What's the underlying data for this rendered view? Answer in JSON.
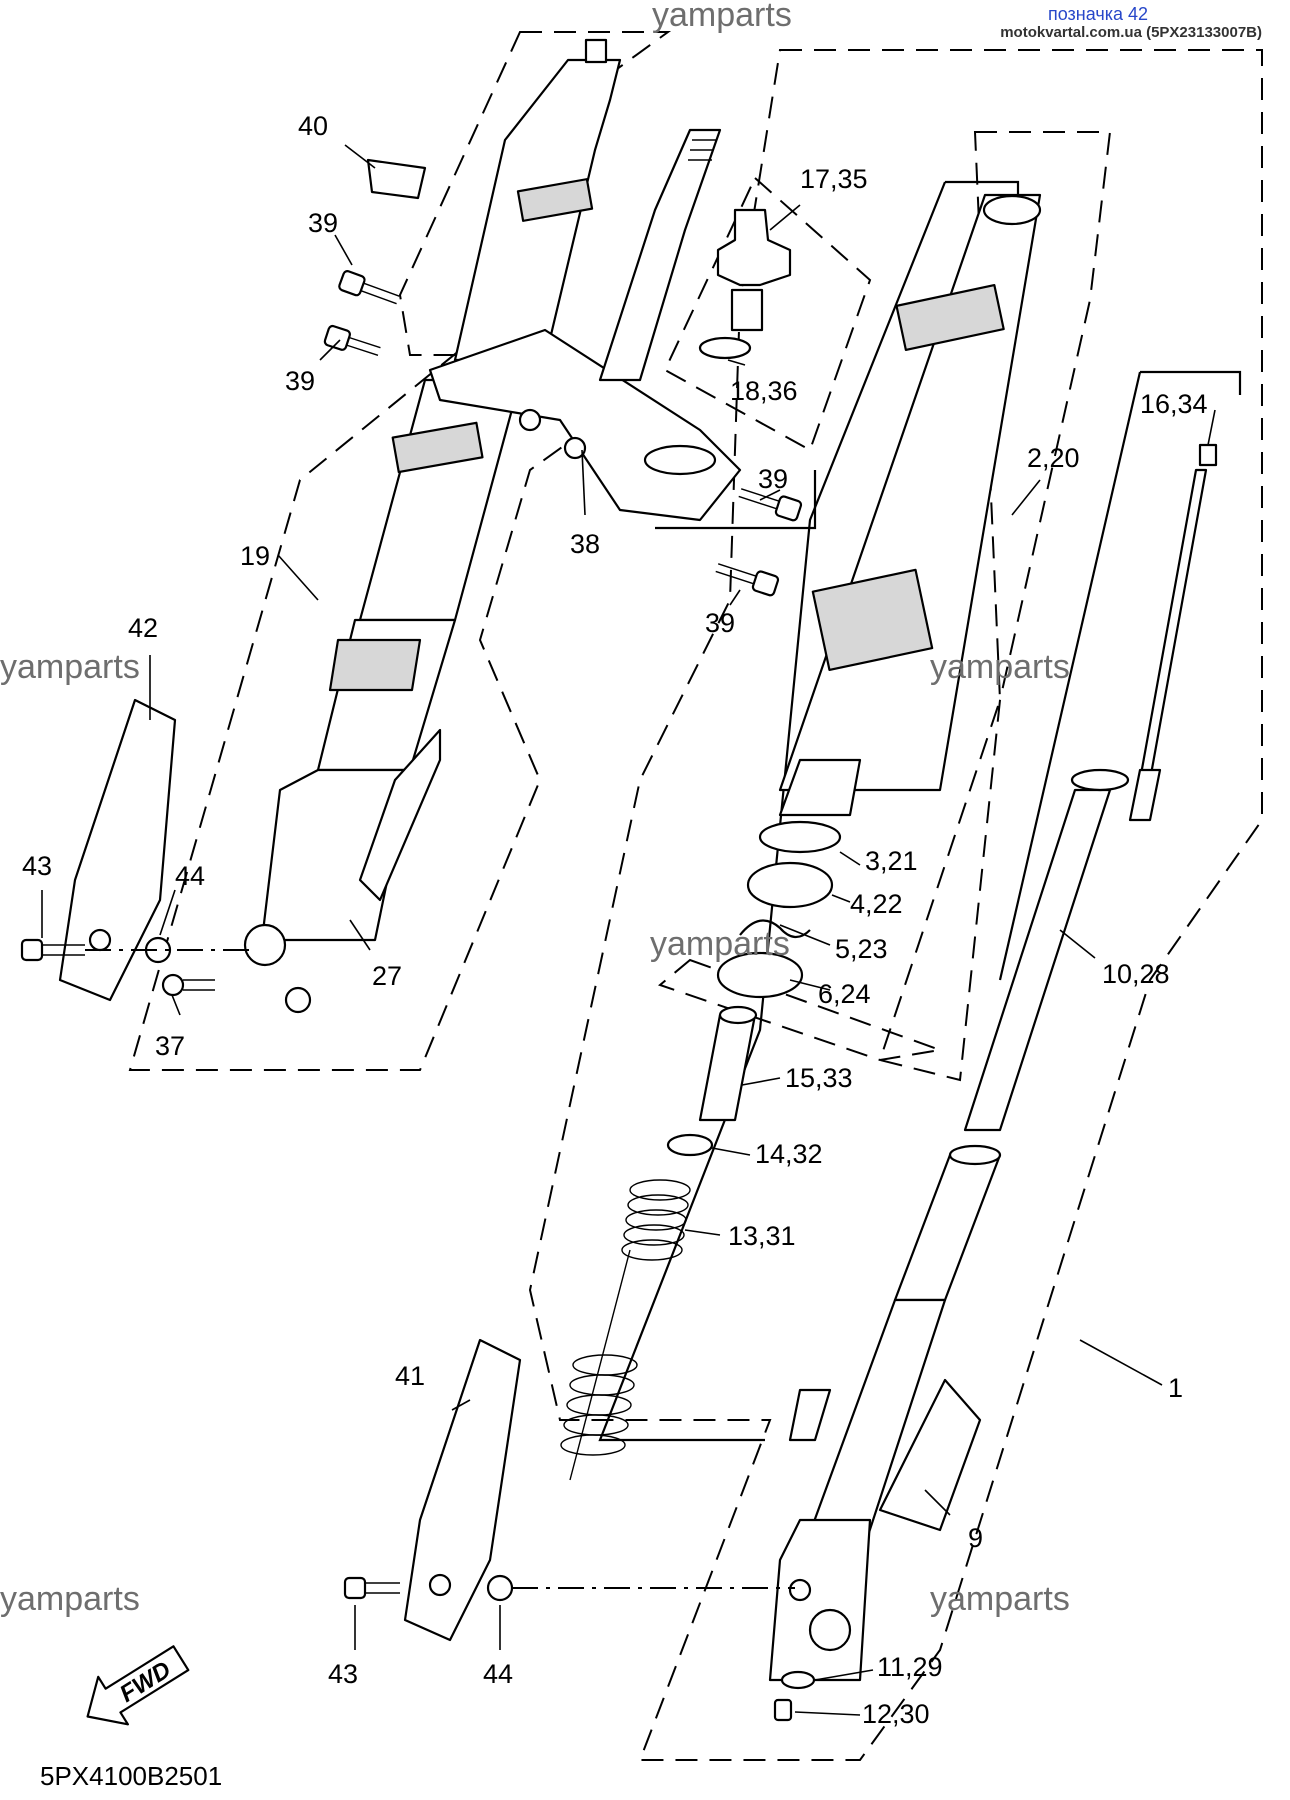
{
  "header": {
    "title": "позначка 42",
    "source": "motokvartal.com.ua (5PX23133007B)"
  },
  "watermark": "yamparts",
  "diagram_code": "5PX4100B2501",
  "fwd_label": "FWD",
  "callouts": {
    "c40": "40",
    "c39a": "39",
    "c39b": "39",
    "c39c": "39",
    "c39d": "39",
    "c19": "19",
    "c38": "38",
    "c42": "42",
    "c43a": "43",
    "c44a": "44",
    "c27": "27",
    "c37": "37",
    "c41": "41",
    "c43b": "43",
    "c44b": "44",
    "c1735": "17,35",
    "c1836": "18,36",
    "c1634": "16,34",
    "c220": "2,20",
    "c321": "3,21",
    "c422": "4,22",
    "c523": "5,23",
    "c624": "6,24",
    "c1028": "10,28",
    "c1533": "15,33",
    "c1432": "14,32",
    "c1331": "13,31",
    "c1": "1",
    "c9": "9",
    "c1129": "11,29",
    "c1230": "12,30"
  },
  "colors": {
    "badge_title": "#2747c9",
    "watermark": "#6e6e6e",
    "line": "#000000"
  }
}
